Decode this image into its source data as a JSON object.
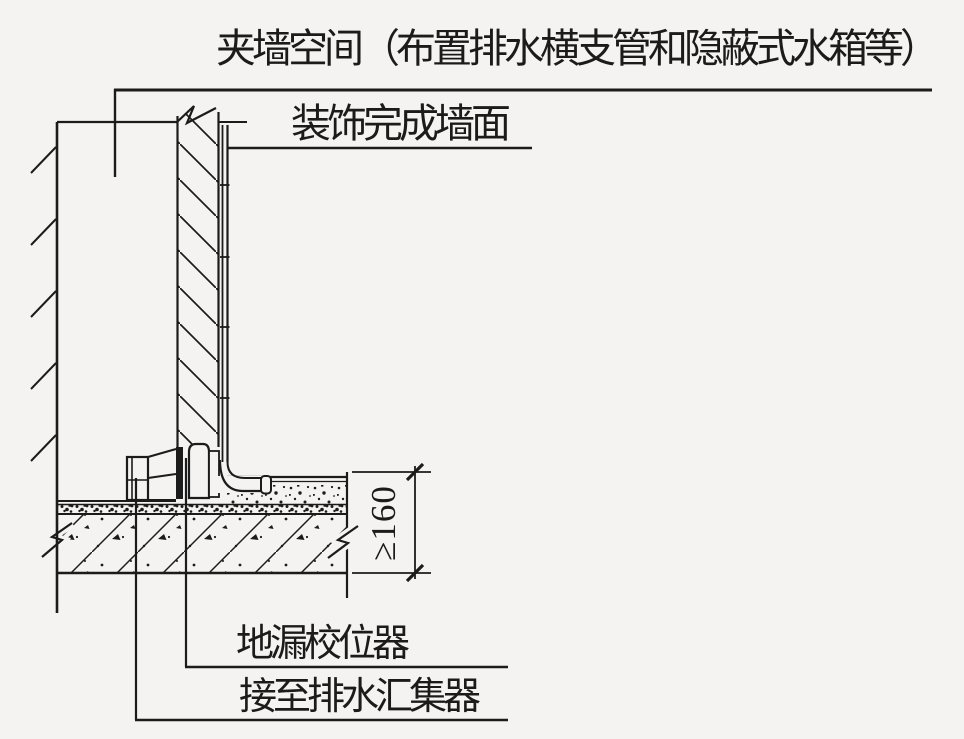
{
  "drawing": {
    "title": "夹墙空间（布置排水横支管和隐蔽式水箱等）",
    "wall_finish_label": "装饰完成墙面",
    "floor_drain_label": "地漏校位器",
    "collector_label": "接至排水汇集器",
    "floor_dimension": "≥160"
  },
  "colors": {
    "background": "#f4f3f1",
    "ink": "#1b1b1b"
  }
}
